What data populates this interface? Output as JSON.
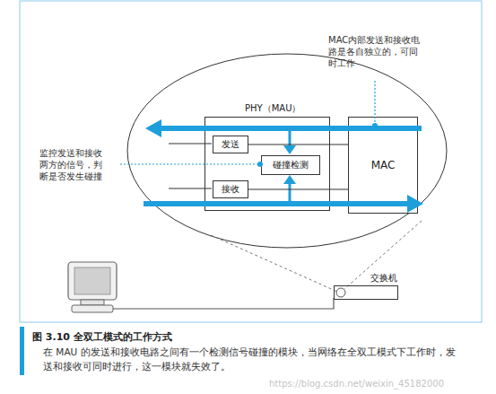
{
  "diagram": {
    "title": "图 3.10 全双工模式的工作方式",
    "caption": "在 MAU 的发送和接收电路之间有一个检测信号碰撞的模块，当网络在全双工模式下工作时，发送和接收可同时进行，这一模块就失效了。",
    "nodes": [
      {
        "text": [
          "PHY（MAU）"
        ]
      },
      {
        "text": [
          "发送"
        ],
        "in": 0
      },
      {
        "text": [
          "碰撞检测"
        ],
        "in": 0
      },
      {
        "text": [
          "接收"
        ],
        "in": 0
      },
      {
        "text": [
          "MAC"
        ]
      },
      {
        "text": [
          "交换机"
        ]
      }
    ],
    "edges": [
      {
        "from": 1,
        "to": 4,
        "arrow": "none"
      },
      {
        "from": 3,
        "to": 4,
        "arrow": "none"
      }
    ],
    "labels": [
      "MAC内部发送和接收电路是各自独立的，可同时工作",
      "监控发送和接收两方的信号，判断是否发生碰撞",
      "https://blog.csdn.net/weixin_45182000"
    ]
  }
}
